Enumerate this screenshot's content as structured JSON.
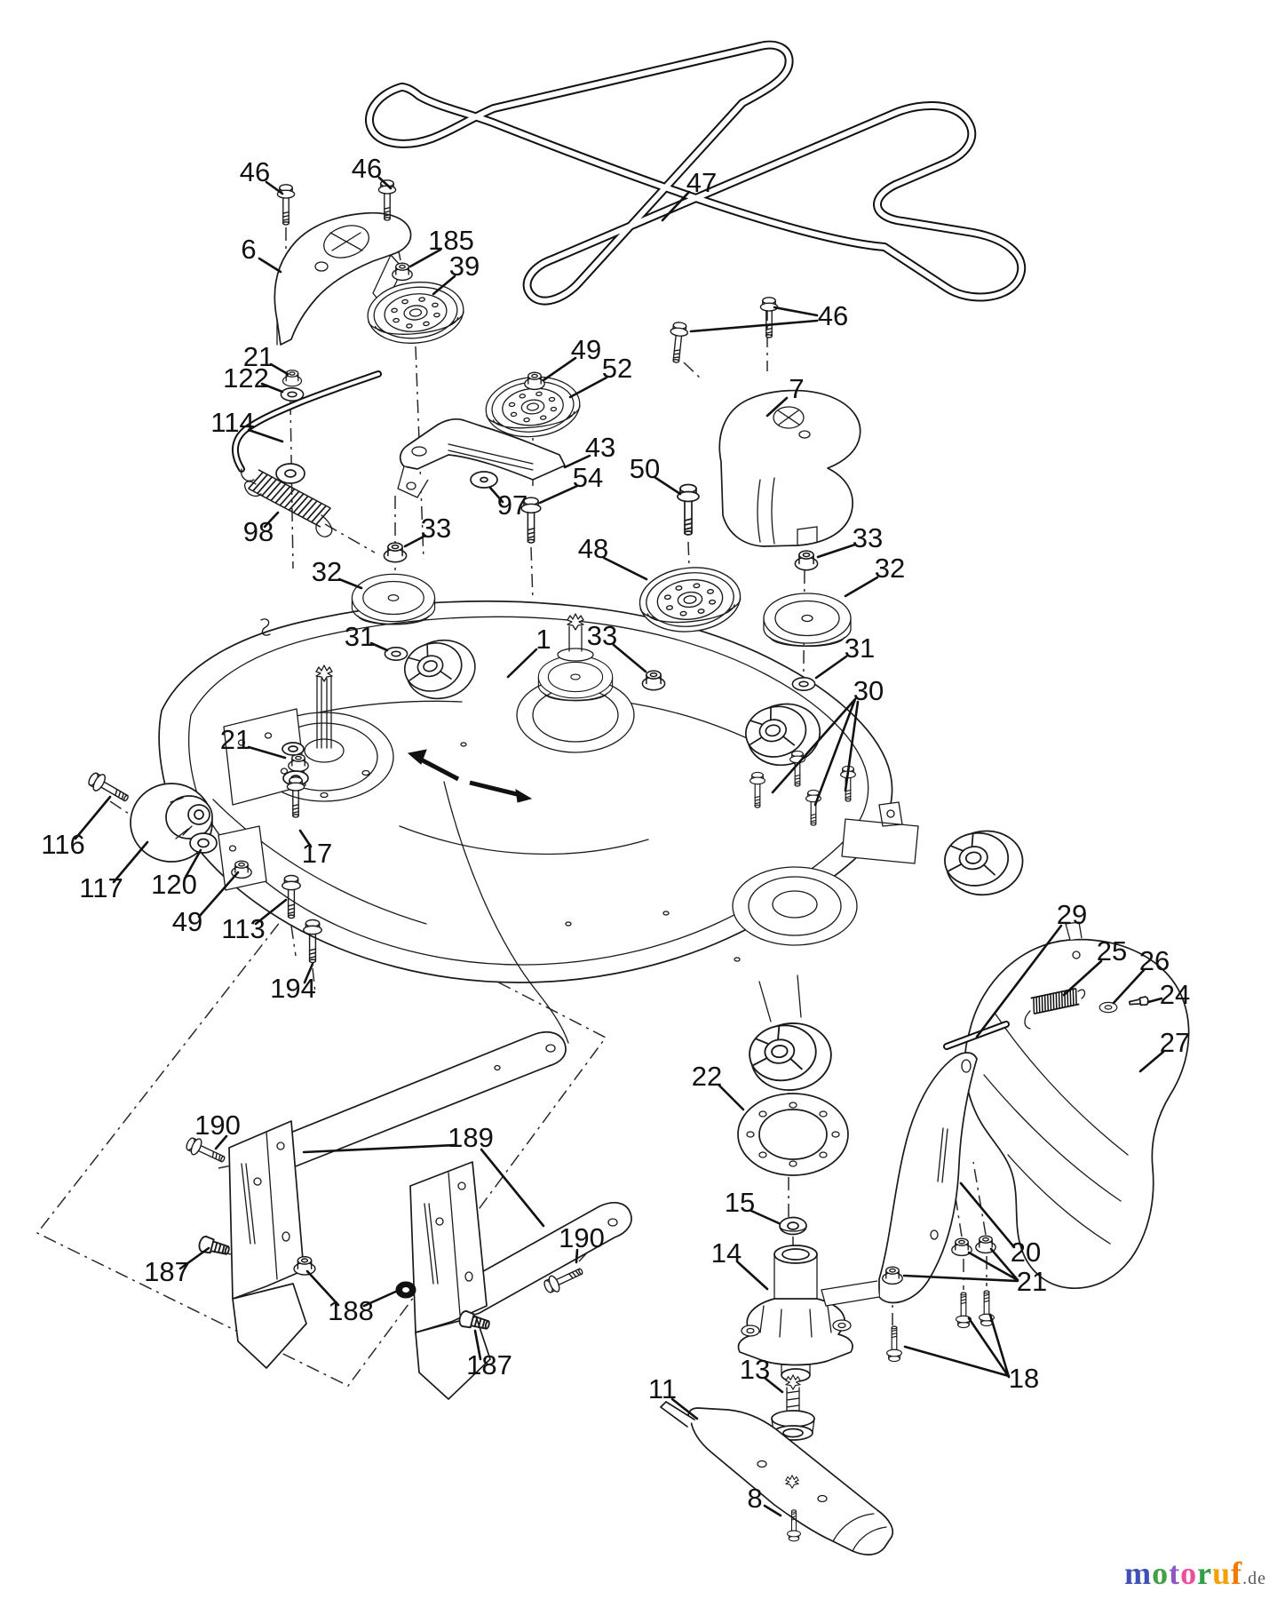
{
  "colors": {
    "line": "#1a1a1a",
    "background": "#ffffff"
  },
  "labels": {
    "1": "1",
    "6": "6",
    "7": "7",
    "8": "8",
    "11": "11",
    "13": "13",
    "14": "14",
    "15": "15",
    "17": "17",
    "18": "18",
    "20": "20",
    "21": "21",
    "22": "22",
    "24": "24",
    "25": "25",
    "26": "26",
    "27": "27",
    "29": "29",
    "30": "30",
    "31": "31",
    "32": "32",
    "33": "33",
    "39": "39",
    "43": "43",
    "46": "46",
    "47": "47",
    "48": "48",
    "49": "49",
    "50": "50",
    "52": "52",
    "54": "54",
    "97": "97",
    "98": "98",
    "113": "113",
    "114": "114",
    "116": "116",
    "117": "117",
    "120": "120",
    "122": "122",
    "185": "185",
    "187": "187",
    "188": "188",
    "189": "189",
    "190": "190",
    "194": "194"
  },
  "logo": {
    "letters": [
      {
        "ch": "m",
        "color": "#3f51b5"
      },
      {
        "ch": "o",
        "color": "#43a047"
      },
      {
        "ch": "t",
        "color": "#8e57c8"
      },
      {
        "ch": "o",
        "color": "#ec4f9a"
      },
      {
        "ch": "r",
        "color": "#2f9e44"
      },
      {
        "ch": "u",
        "color": "#f59f00"
      },
      {
        "ch": "f",
        "color": "#ef7b00"
      }
    ],
    "suffix": ".de",
    "suffix_color": "#5a5a5a"
  }
}
